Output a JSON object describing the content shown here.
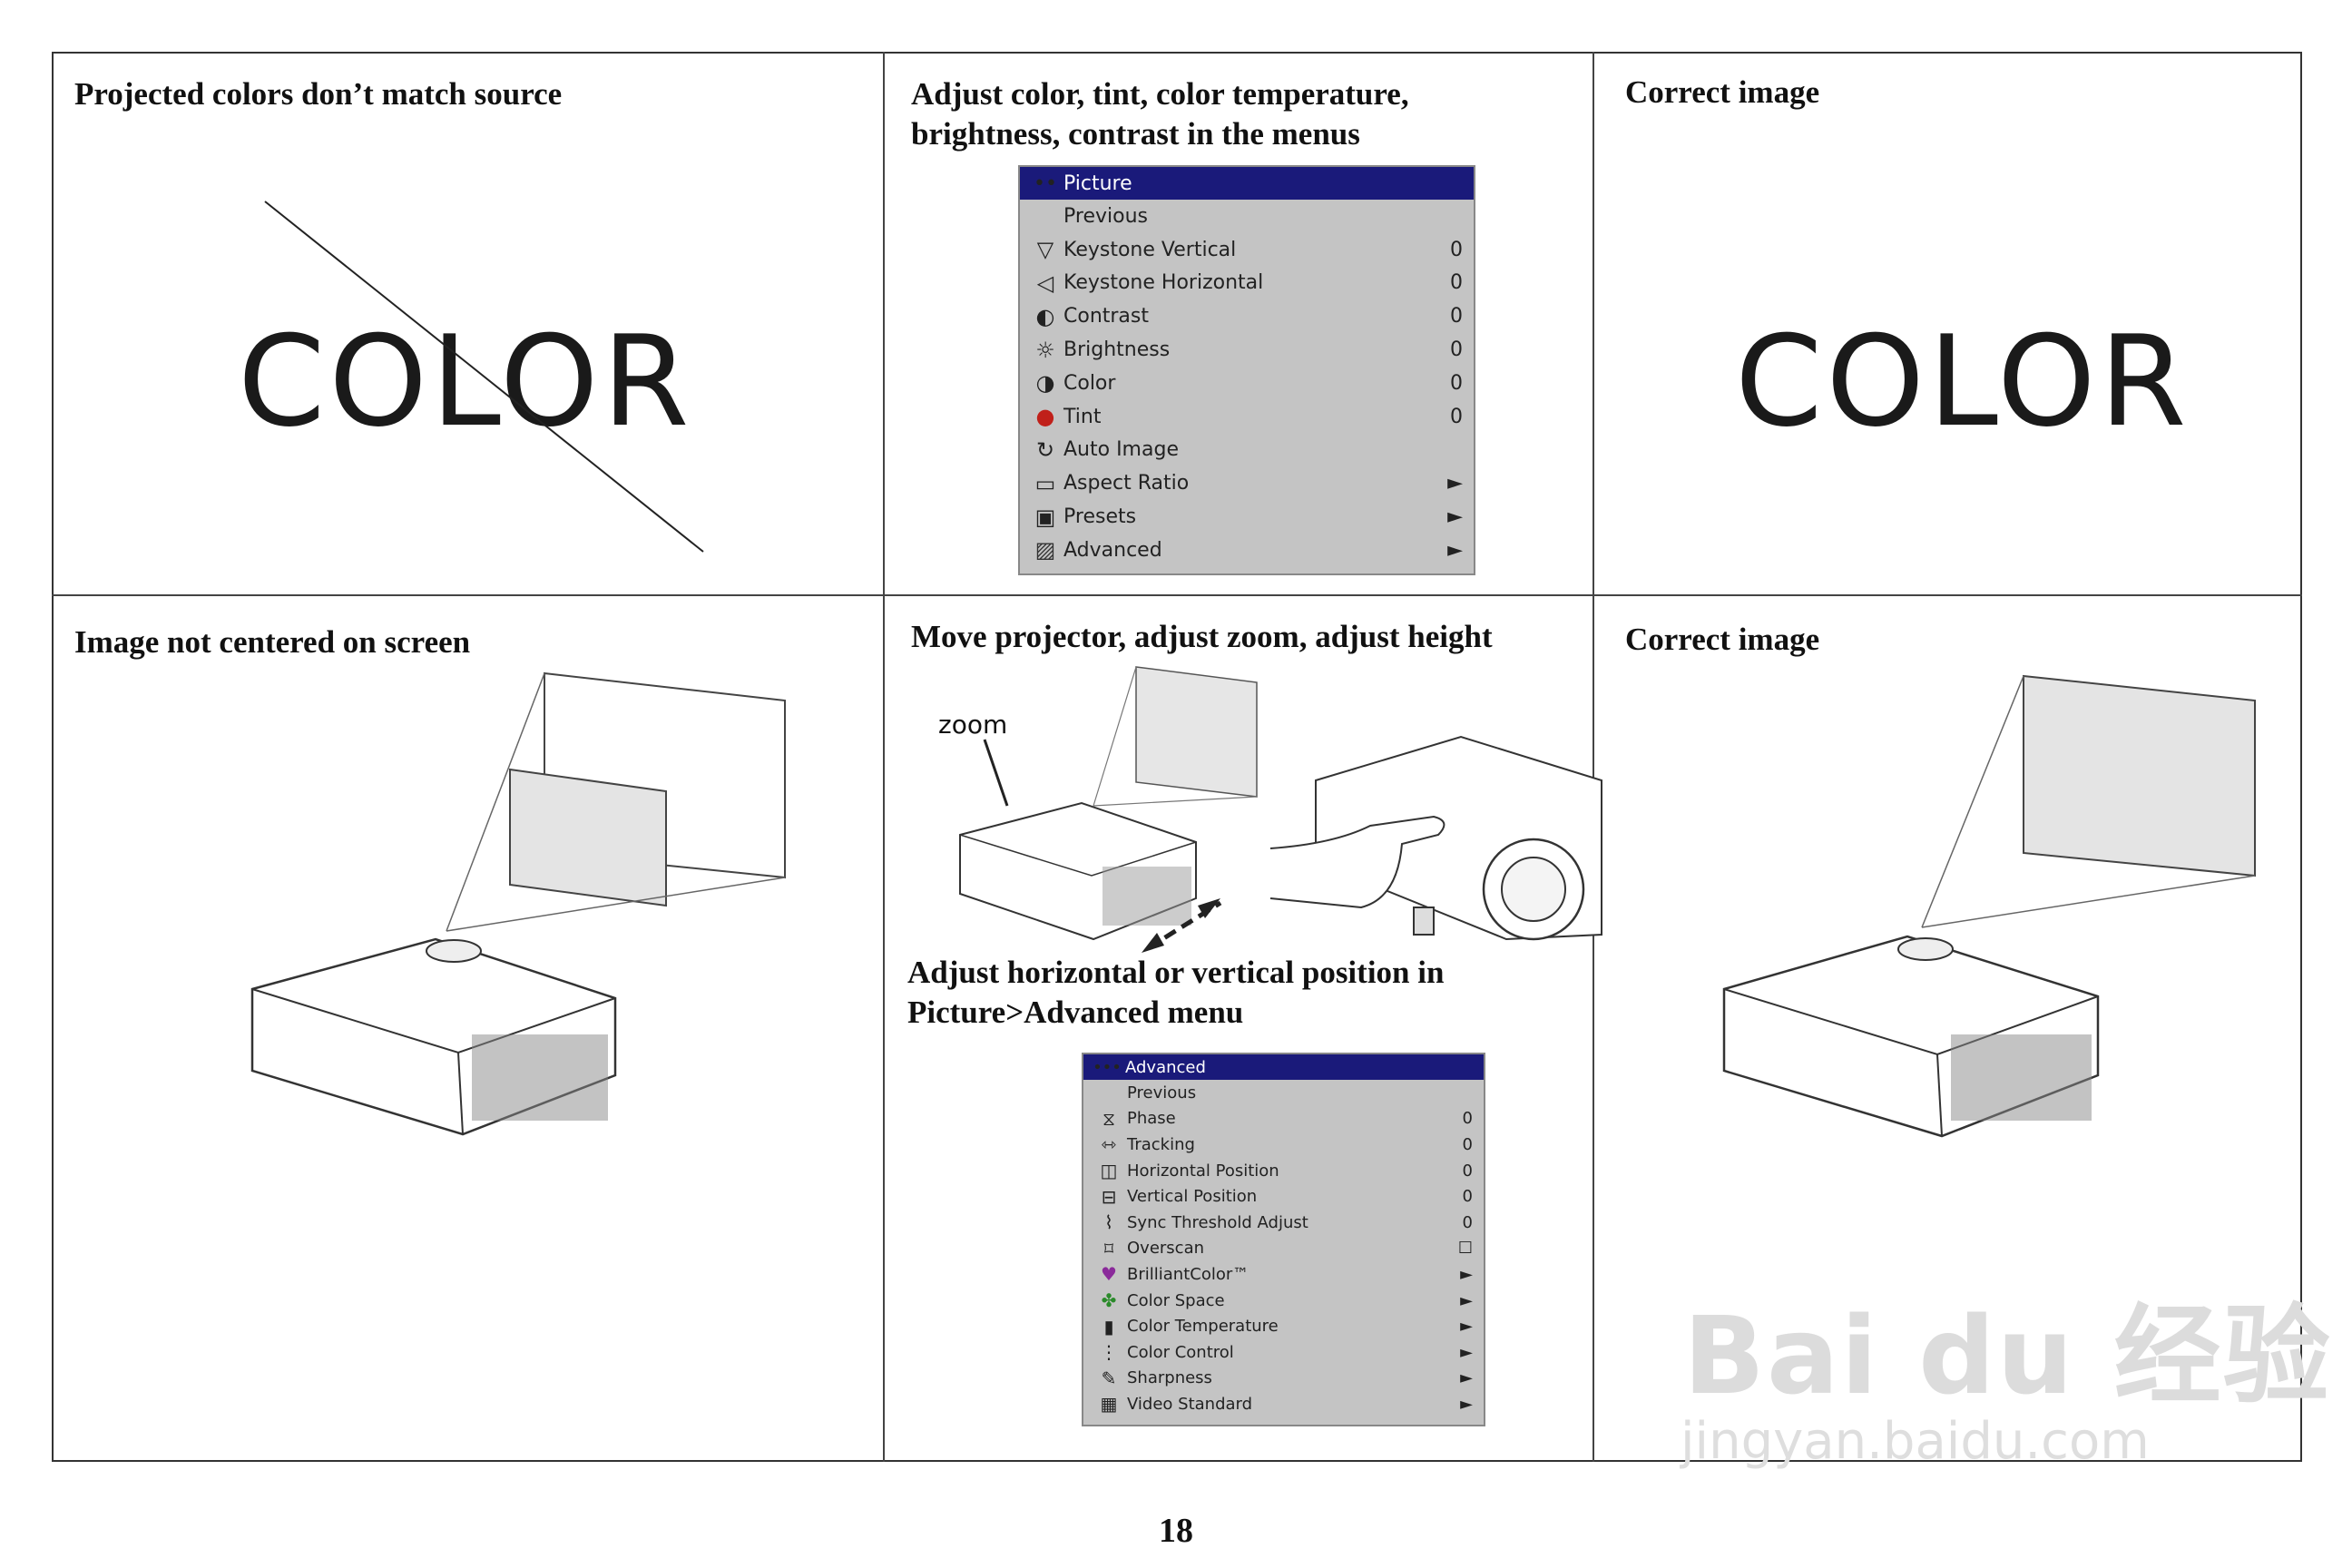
{
  "page_number": "18",
  "cells": {
    "r1c1": {
      "heading": "Projected colors don’t match source",
      "sample_text": "COLOR"
    },
    "r1c2": {
      "heading": "Adjust color, tint, color temperature,\nbrightness, contrast in the menus"
    },
    "r1c3": {
      "heading": "Correct image",
      "sample_text": "COLOR"
    },
    "r2c1": {
      "heading": "Image not centered on screen"
    },
    "r2c2": {
      "heading": "Move projector, adjust zoom, adjust height",
      "zoom_label": "zoom",
      "subheading": "Adjust horizontal or vertical position in\nPicture>Advanced menu"
    },
    "r2c3": {
      "heading": "Correct image"
    }
  },
  "picture_menu": {
    "header_icon": "dots-icon",
    "title": "Picture",
    "items": [
      {
        "icon": "",
        "label": "Previous",
        "value": ""
      },
      {
        "icon": "keystone-vertical-icon",
        "label": "Keystone Vertical",
        "value": "0"
      },
      {
        "icon": "keystone-horizontal-icon",
        "label": "Keystone Horizontal",
        "value": "0"
      },
      {
        "icon": "contrast-icon",
        "label": "Contrast",
        "value": "0"
      },
      {
        "icon": "brightness-icon",
        "label": "Brightness",
        "value": "0"
      },
      {
        "icon": "color-icon",
        "label": "Color",
        "value": "0"
      },
      {
        "icon": "tint-icon",
        "label": "Tint",
        "value": "0"
      },
      {
        "icon": "auto-image-icon",
        "label": "Auto Image",
        "value": ""
      },
      {
        "icon": "aspect-ratio-icon",
        "label": "Aspect Ratio",
        "value": "►"
      },
      {
        "icon": "presets-icon",
        "label": "Presets",
        "value": "►"
      },
      {
        "icon": "advanced-icon",
        "label": "Advanced",
        "value": "►"
      }
    ]
  },
  "advanced_menu": {
    "header_icon": "dots-icon",
    "title": "Advanced",
    "items": [
      {
        "icon": "",
        "label": "Previous",
        "value": ""
      },
      {
        "icon": "phase-icon",
        "label": "Phase",
        "value": "0"
      },
      {
        "icon": "tracking-icon",
        "label": "Tracking",
        "value": "0"
      },
      {
        "icon": "horizontal-position-icon",
        "label": "Horizontal Position",
        "value": "0"
      },
      {
        "icon": "vertical-position-icon",
        "label": "Vertical Position",
        "value": "0"
      },
      {
        "icon": "sync-threshold-icon",
        "label": "Sync Threshold Adjust",
        "value": "0"
      },
      {
        "icon": "overscan-icon",
        "label": "Overscan",
        "value": "☐"
      },
      {
        "icon": "brilliantcolor-icon",
        "label": "BrilliantColor™",
        "value": "►"
      },
      {
        "icon": "color-space-icon",
        "label": "Color Space",
        "value": "►"
      },
      {
        "icon": "color-temperature-icon",
        "label": "Color Temperature",
        "value": "►"
      },
      {
        "icon": "color-control-icon",
        "label": "Color Control",
        "value": "►"
      },
      {
        "icon": "sharpness-icon",
        "label": "Sharpness",
        "value": "►"
      },
      {
        "icon": "video-standard-icon",
        "label": "Video Standard",
        "value": "►"
      }
    ]
  },
  "watermark": {
    "brand": "Bai du 经验",
    "url": "jingyan.baidu.com"
  }
}
